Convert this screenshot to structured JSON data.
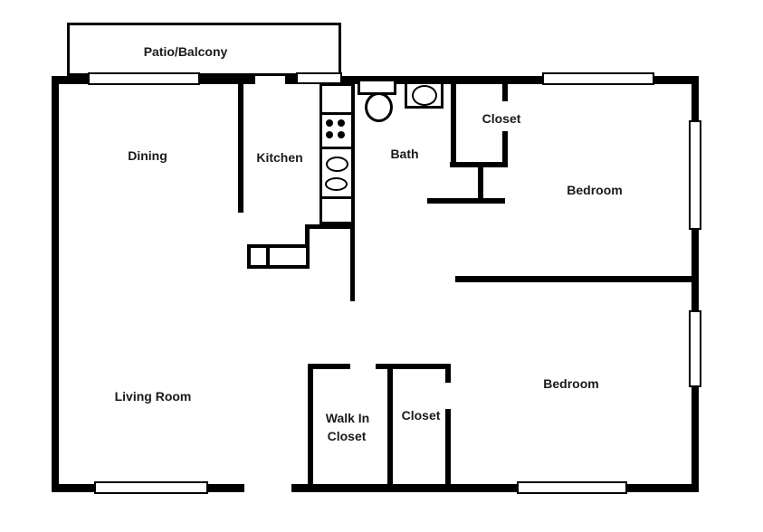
{
  "colors": {
    "wall": "#000000",
    "background": "#ffffff",
    "text": "#1a1a1a"
  },
  "rooms": {
    "patio": "Patio/Balcony",
    "dining": "Dining",
    "kitchen": "Kitchen",
    "bath": "Bath",
    "closet_top": "Closet",
    "bedroom_top": "Bedroom",
    "living_room": "Living Room",
    "walk_in_line1": "Walk In",
    "walk_in_line2": "Closet",
    "closet_bottom": "Closet",
    "bedroom_bottom": "Bedroom"
  },
  "fixtures": {
    "toilet": "toilet-icon",
    "bath_sink": "bathroom-sink-icon",
    "stove": "stove-burners-icon",
    "kitchen_sink": "kitchen-double-sink-icon",
    "window": "window-icon",
    "closet_rod": "closet-rod-icon"
  }
}
